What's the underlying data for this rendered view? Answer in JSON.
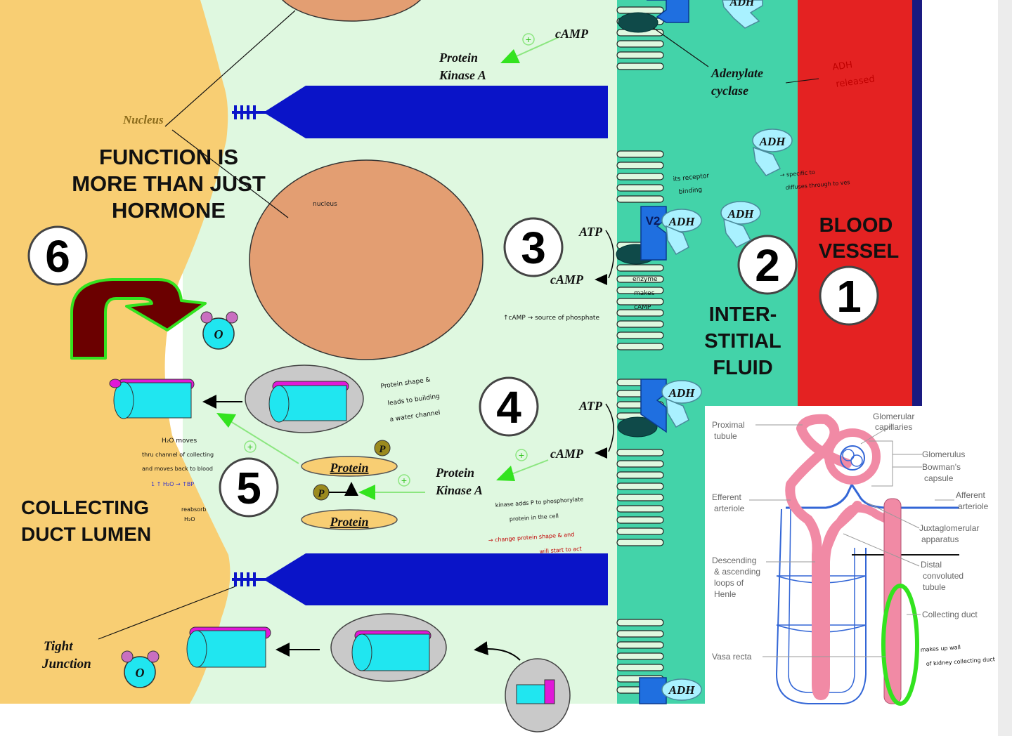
{
  "title": "FUNCTION IS MORE THAN JUST HORMONE",
  "title_lines": [
    "FUNCTION IS",
    "MORE THAN JUST",
    "HORMONE"
  ],
  "regions": {
    "lumen_lines": [
      "COLLECTING",
      "DUCT LUMEN"
    ],
    "interstitial_lines": [
      "INTER-",
      "STITIAL",
      "FLUID"
    ],
    "blood_lines": [
      "BLOOD",
      "VESSEL"
    ]
  },
  "steps": [
    "1",
    "2",
    "3",
    "4",
    "5",
    "6"
  ],
  "labels": {
    "nucleus": "Nucleus",
    "nucleus_small": "nucleus",
    "camp": "cAMP",
    "atp": "ATP",
    "pka_line1": "Protein",
    "pka_line2": "Kinase A",
    "adenylate_line1": "Adenylate",
    "adenylate_line2": "cyclase",
    "adh": "ADH",
    "v2": "V2",
    "protein": "Protein",
    "p": "P",
    "plus": "+",
    "water_o": "O",
    "tight_line1": "Tight",
    "tight_line2": "Junction"
  },
  "handwritten": {
    "adh_released_1": "ADH",
    "adh_released_2": "released",
    "receptor_1": "its receptor",
    "receptor_2": "binding",
    "travel_1": "→ specific to",
    "travel_2": "diffuses through to ves",
    "enzyme_1": "enzyme",
    "enzyme_2": "makes",
    "enzyme_3": "cAMP",
    "camp_note": "↑cAMP → source of phosphate",
    "protein_note_1": "Protein shape &",
    "protein_note_2": "leads to building",
    "protein_note_3": "a water channel",
    "water_note_1": "H₂O moves",
    "water_note_2": "thru channel of collecting",
    "water_note_3": "and moves back to blood",
    "water_note_4": "1 ↑ H₂O → ↑BP",
    "water_note_5": "reabsorb",
    "water_note_6": "H₂O",
    "pka_note_1": "kinase adds P to phosphorylate",
    "pka_note_2": "protein in the cell",
    "red_note_1": "→ change protein shape & and",
    "red_note_2": "will start to act",
    "duct_note_1": "makes up wall",
    "duct_note_2": "of kidney collecting duct"
  },
  "inset_labels": [
    "Proximal",
    "tubule",
    "Glomerular",
    "capillaries",
    "Glomerulus",
    "Bowman's",
    "capsule",
    "Efferent",
    "arteriole",
    "Afferent",
    "arteriole",
    "Juxtaglomerular",
    "apparatus",
    "Descending",
    "& ascending",
    "loops of",
    "Henle",
    "Distal",
    "convoluted",
    "tubule",
    "Collecting duct",
    "Vasa recta"
  ],
  "colors": {
    "lumen": "#F8CE73",
    "cell": "#DFF8E0",
    "interstitial": "#43D3A9",
    "blood": "#E42222",
    "vessel_edge": "#1A1A80",
    "nucleus": "#E39E72",
    "junction_bar": "#0A14C8",
    "pka_arrow": "#33E31F",
    "adh": "#A9F1FF",
    "receptor": "#1F6FE0",
    "cyclase": "#0F4A49",
    "channel": "#20E6F0",
    "channel_top": "#E018D8",
    "arrow6": "#6B0000",
    "arrow6_outline": "#33E31F",
    "inset_tubule": "#F18AA5",
    "inset_vessel": "#3366D6",
    "highlight": "#33E31F"
  }
}
